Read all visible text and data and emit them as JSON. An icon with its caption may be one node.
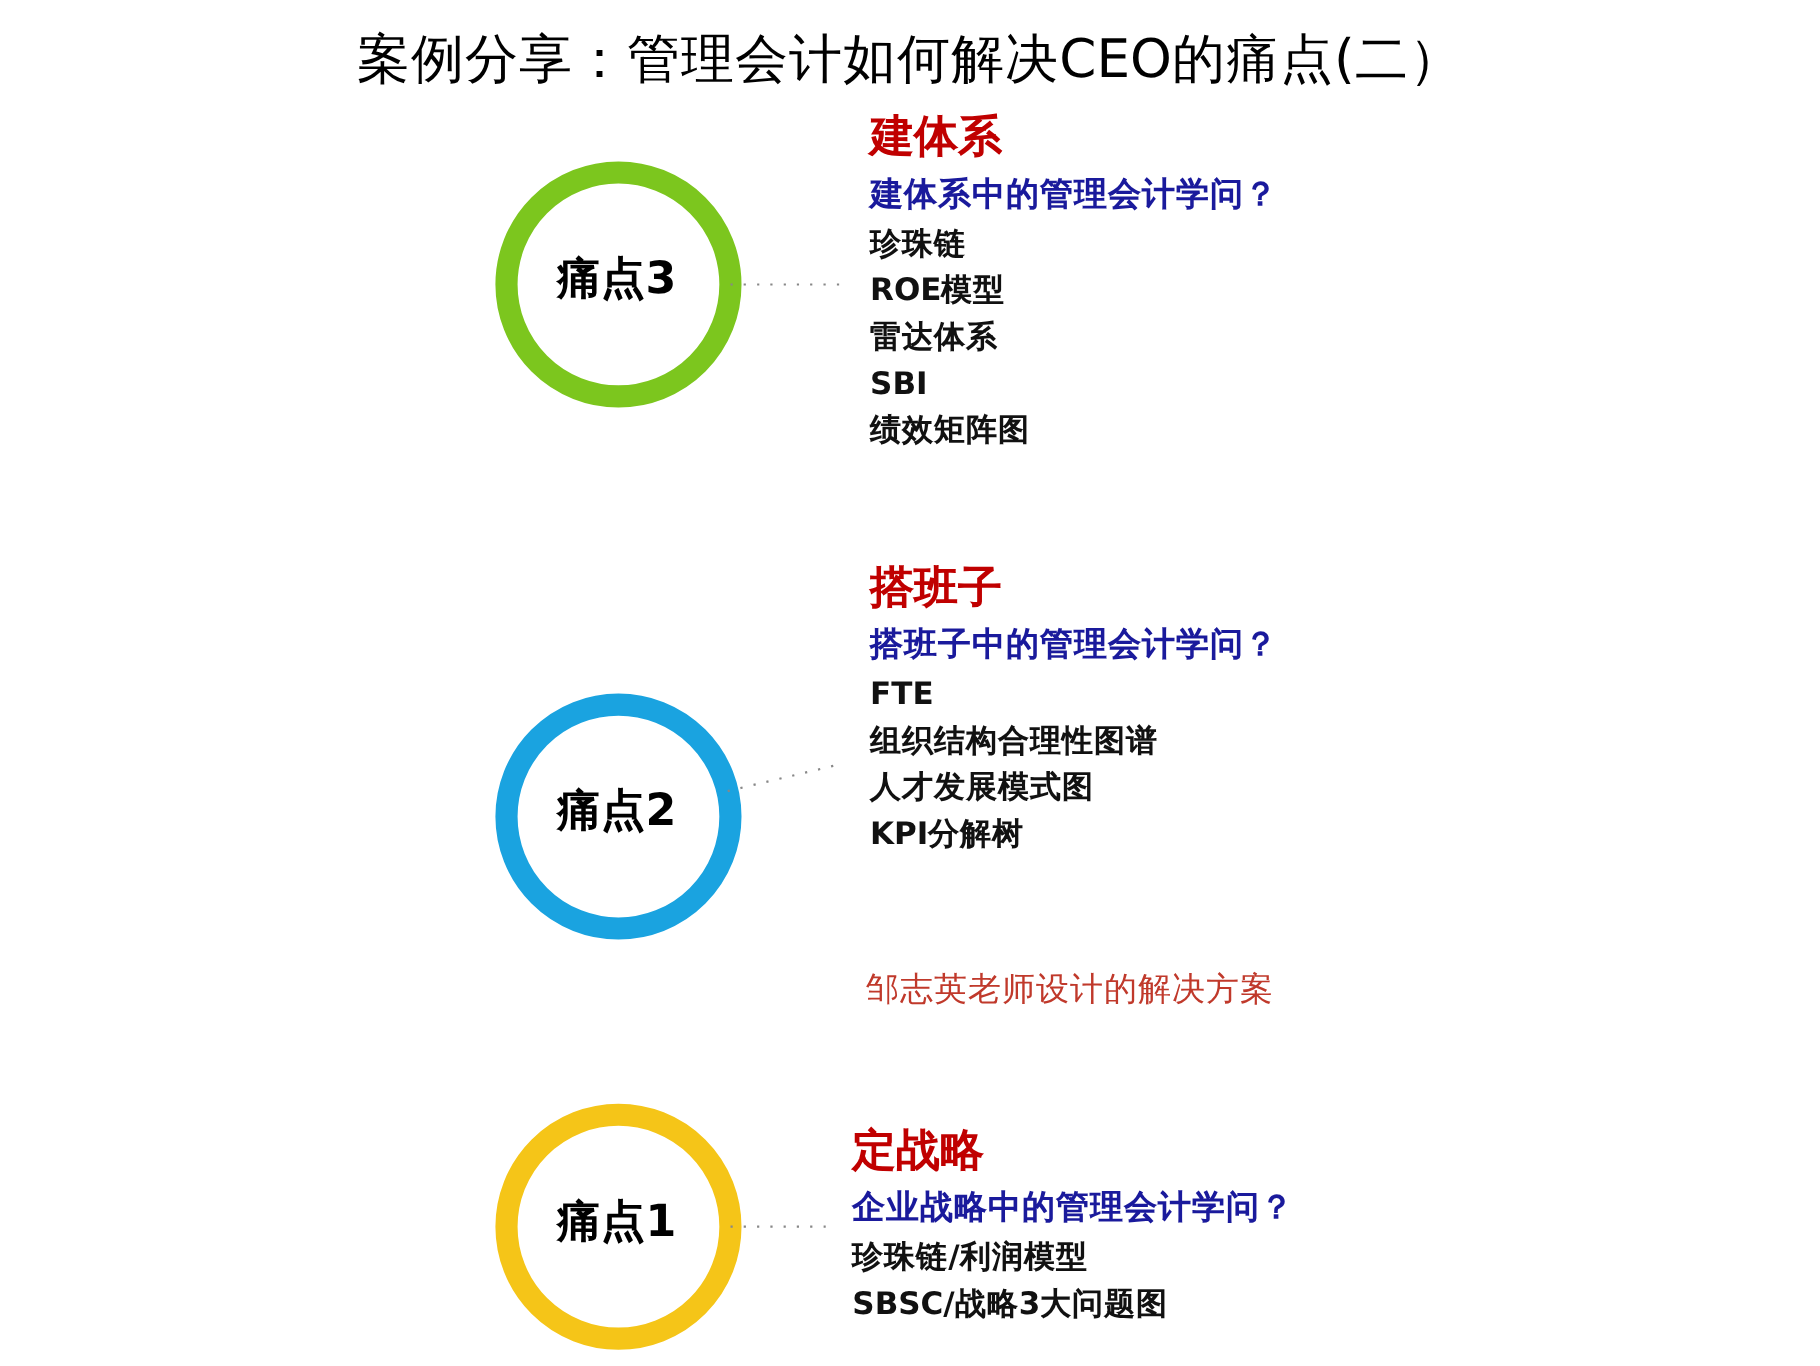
{
  "diagram": {
    "title": "案例分享：管理会计如何解决CEO的痛点(二）",
    "nodes": [
      {
        "text": [
          "痛点1"
        ]
      },
      {
        "text": [
          "痛点2"
        ]
      },
      {
        "text": [
          "痛点3"
        ]
      },
      {
        "text": [
          "定战略",
          "企业战略中的管理会计学问？",
          "珍珠链/利润模型",
          "SBSC/战略3大问题图"
        ]
      },
      {
        "text": [
          "搭班子",
          "搭班子中的管理会计学问？",
          "FTE",
          "组织结构合理性图谱",
          "人才发展模式图",
          "KPI分解树"
        ]
      },
      {
        "text": [
          "建体系",
          "建体系中的管理会计学问？",
          "珍珠链",
          "ROE模型",
          "雷达体系",
          "SBI",
          "绩效矩阵图"
        ]
      }
    ],
    "edges": [
      {
        "from": 0,
        "to": 3,
        "arrow": "none",
        "style": "dashed"
      },
      {
        "from": 1,
        "to": 4,
        "arrow": "none",
        "style": "dashed"
      },
      {
        "from": 2,
        "to": 5,
        "arrow": "none",
        "style": "dashed"
      }
    ],
    "labels": [
      "邹志英老师设计的解决方案"
    ]
  }
}
